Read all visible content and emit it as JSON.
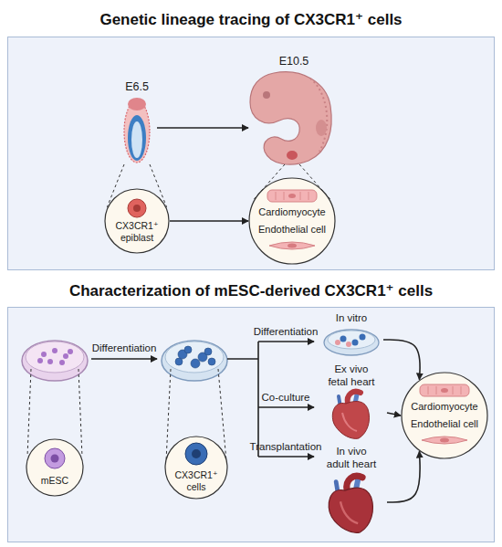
{
  "diagram": {
    "nodes": [
      {
        "text": [
          "Genetic lineage tracing of CX3CR1⁺ cells"
        ]
      },
      {
        "text": [
          "E6.5"
        ],
        "in": 0
      },
      {
        "text": [
          "E10.5"
        ],
        "in": 0
      },
      {
        "text": [
          "CX3CR1⁺ epiblast"
        ],
        "in": 0
      },
      {
        "text": [
          "Cardiomyocyte",
          "Endothelial cell"
        ],
        "in": 0
      },
      {
        "text": [
          "Characterization of mESC-derived CX3CR1⁺ cells"
        ]
      },
      {
        "text": [
          "mESC"
        ],
        "in": 5
      },
      {
        "text": [
          "CX3CR1⁺ cells"
        ],
        "in": 5
      },
      {
        "text": [
          "In vitro"
        ],
        "in": 5
      },
      {
        "text": [
          "Ex vivo fetal heart"
        ],
        "in": 5
      },
      {
        "text": [
          "In vivo adult heart"
        ],
        "in": 5
      },
      {
        "text": [
          "Cardiomyocyte",
          "Endothelial cell"
        ],
        "in": 5
      }
    ],
    "edges": [
      {
        "from": 1,
        "to": 2,
        "arrow": "to"
      },
      {
        "from": 1,
        "to": 3,
        "arrow": "none"
      },
      {
        "from": 1,
        "to": 3,
        "arrow": "none"
      },
      {
        "from": 2,
        "to": 4,
        "arrow": "none"
      },
      {
        "from": 2,
        "to": 4,
        "arrow": "none"
      },
      {
        "from": 3,
        "to": 4,
        "arrow": "to"
      },
      {
        "from": 8,
        "to": 11,
        "arrow": "to"
      },
      {
        "from": 9,
        "to": 11,
        "arrow": "to"
      },
      {
        "from": 10,
        "to": 11,
        "arrow": "to"
      }
    ],
    "labels": [
      "Differentiation",
      "Differentiation",
      "Co-culture",
      "Transplantation"
    ]
  }
}
